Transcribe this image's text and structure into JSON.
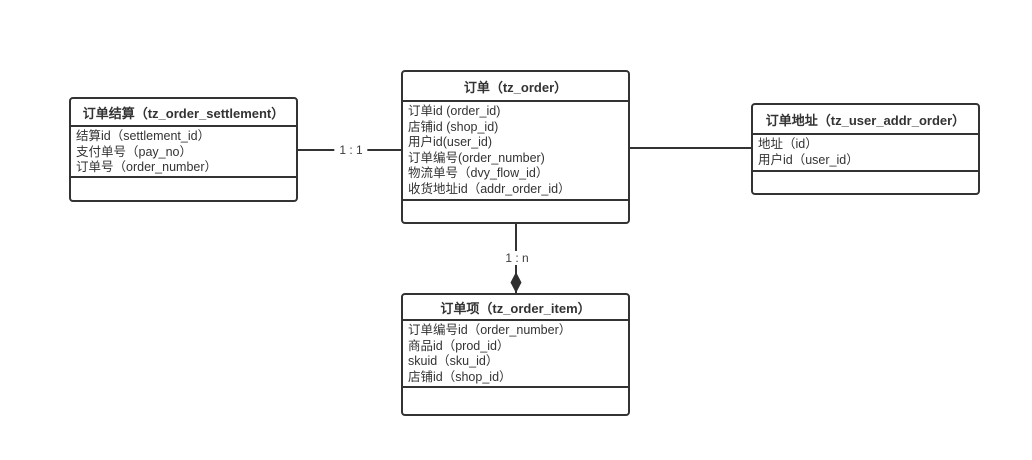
{
  "colors": {
    "line": "#333333",
    "text": "#333333",
    "background": "#ffffff"
  },
  "tables": {
    "settlement": {
      "title": "订单结算（tz_order_settlement）",
      "fields": [
        "结算id（settlement_id）",
        "支付单号（pay_no）",
        "订单号（order_number）"
      ]
    },
    "order": {
      "title": "订单（tz_order）",
      "fields": [
        "订单id (order_id)",
        "店铺id (shop_id)",
        "用户id(user_id)",
        "订单编号(order_number)",
        "物流单号（dvy_flow_id）",
        "收货地址id（addr_order_id）"
      ]
    },
    "addr": {
      "title": "订单地址（tz_user_addr_order）",
      "fields": [
        "地址（id）",
        "用户id（user_id）"
      ]
    },
    "item": {
      "title": "订单项（tz_order_item）",
      "fields": [
        "订单编号id（order_number）",
        "商品id（prod_id）",
        "skuid（sku_id）",
        "店铺id（shop_id）"
      ]
    }
  },
  "relations": {
    "settlement_order": {
      "label": "1 : 1"
    },
    "order_item": {
      "label": "1 : n",
      "arrow": "filled-diamond"
    }
  }
}
